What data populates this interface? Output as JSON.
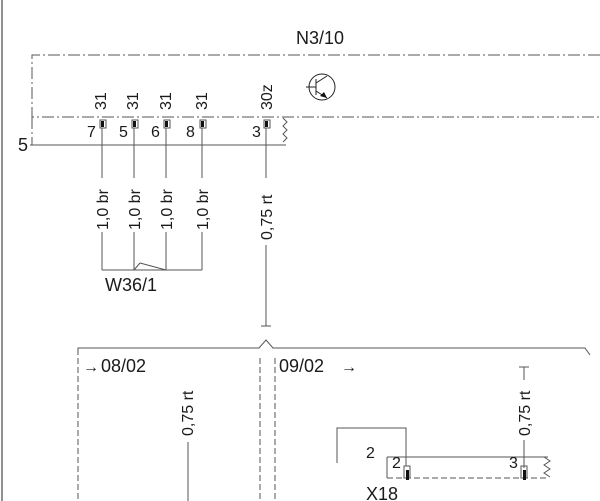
{
  "module": {
    "title": "N3/10"
  },
  "ground_ref": "5",
  "connector_pins": [
    {
      "pin": "7",
      "terminal": "31",
      "wire": "1,0 br"
    },
    {
      "pin": "5",
      "terminal": "31",
      "wire": "1,0 br"
    },
    {
      "pin": "6",
      "terminal": "31",
      "wire": "1,0 br"
    },
    {
      "pin": "8",
      "terminal": "31",
      "wire": "1,0 br"
    },
    {
      "pin": "3",
      "terminal": "30z",
      "wire": "0,75 rt"
    }
  ],
  "ground_bundle": {
    "label": "W36/1"
  },
  "lower_sections": [
    {
      "ref": "08/02",
      "wire": "0,75 rt",
      "arrow": "→"
    },
    {
      "ref": "09/02",
      "wire": "0,75 rt",
      "arrow": "→"
    }
  ],
  "connector_x18": {
    "label": "X18",
    "outer_pin": "2",
    "pin_left": "2",
    "pin_right": "3"
  },
  "icons": [
    "transistor-icon",
    "resistor-icon",
    "arrow-right-icon"
  ]
}
